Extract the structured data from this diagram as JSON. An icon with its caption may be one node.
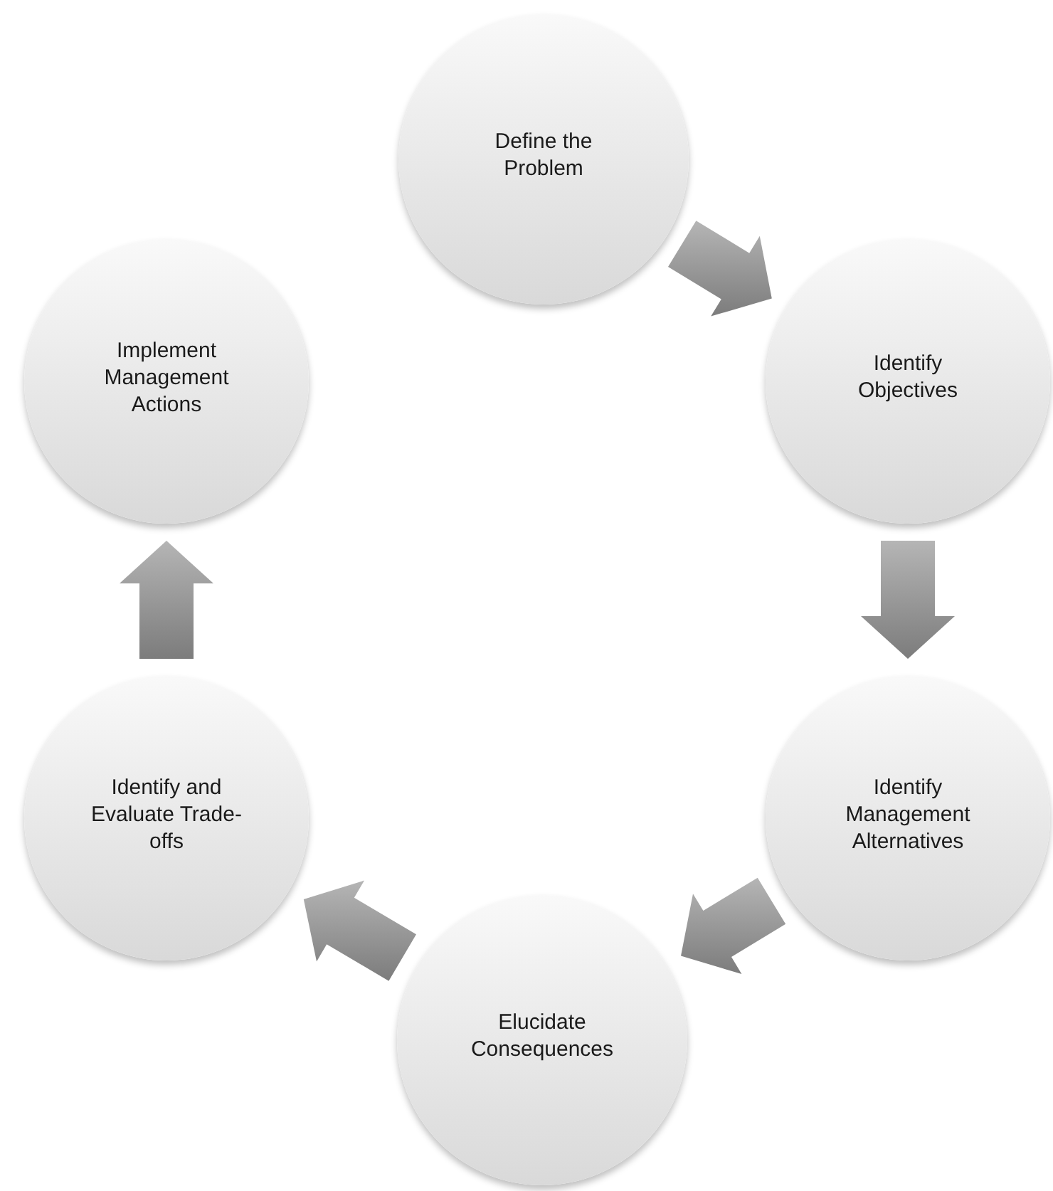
{
  "diagram": {
    "nodes": [
      {
        "text": [
          "Define the Problem"
        ]
      },
      {
        "text": [
          "Identify Objectives"
        ]
      },
      {
        "text": [
          "Identify Management Alternatives"
        ]
      },
      {
        "text": [
          "Elucidate Consequences"
        ]
      },
      {
        "text": [
          "Identify and Evaluate Trade-offs"
        ]
      },
      {
        "text": [
          "Implement Management Actions"
        ]
      }
    ],
    "edges": [
      {
        "from": 0,
        "to": 1,
        "arrow": "to"
      },
      {
        "from": 1,
        "to": 2,
        "arrow": "to"
      },
      {
        "from": 2,
        "to": 3,
        "arrow": "to"
      },
      {
        "from": 3,
        "to": 4,
        "arrow": "to"
      },
      {
        "from": 4,
        "to": 5,
        "arrow": "to"
      }
    ]
  }
}
